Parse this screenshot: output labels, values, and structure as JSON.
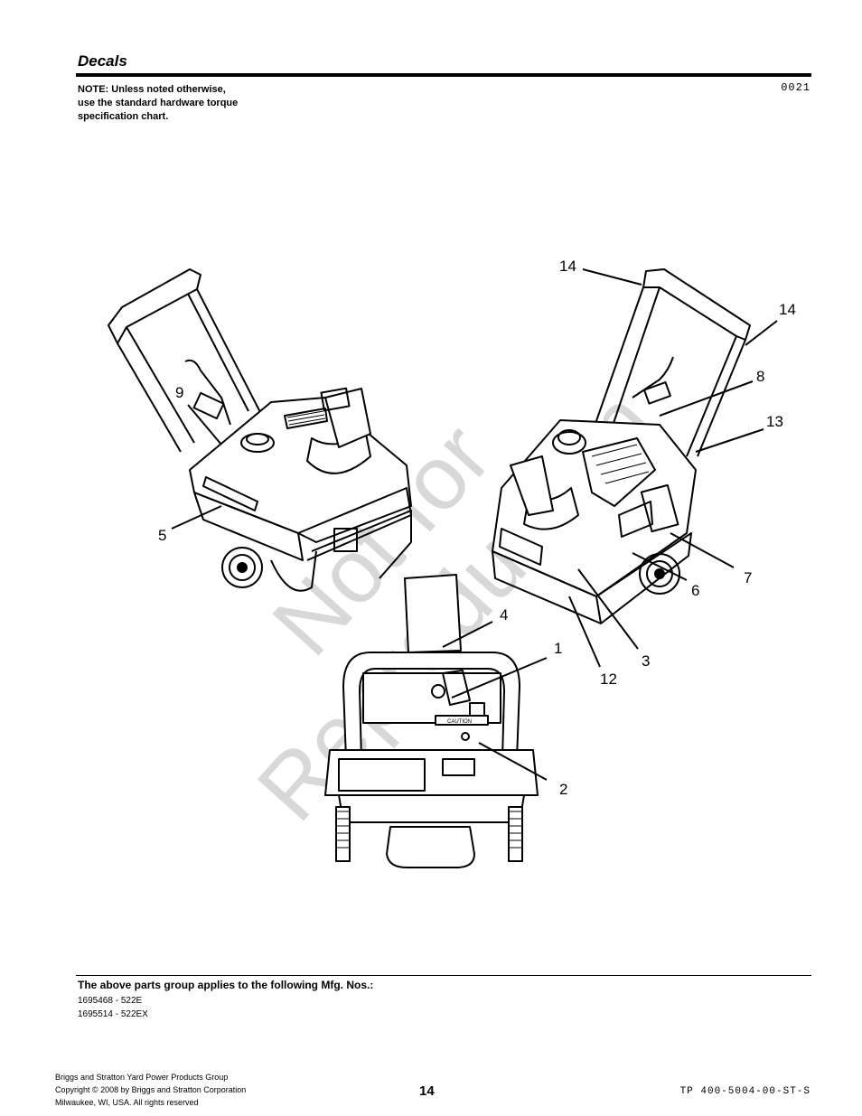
{
  "header": {
    "title": "Decals",
    "note_lines": [
      "NOTE: Unless noted otherwise,",
      "use the standard hardware torque",
      "specification chart."
    ],
    "code": "0021"
  },
  "diagram": {
    "callouts": [
      "14",
      "14",
      "8",
      "13",
      "9",
      "5",
      "7",
      "6",
      "4",
      "1",
      "3",
      "12",
      "2"
    ],
    "watermark_lines": [
      "Not for",
      "Reproduction"
    ],
    "decal_text": [
      "CAUTION"
    ]
  },
  "footer": {
    "applies_title": "The above parts group applies to the following Mfg. Nos.:",
    "mfg_numbers": [
      "1695468 - 522E",
      "1695514 - 522EX"
    ],
    "company_lines": [
      "Briggs and Stratton Yard Power Products Group",
      "Copyright ©  2008 by Briggs and Stratton Corporation",
      "Milwaukee, WI, USA. All rights reserved"
    ],
    "page_number": "14",
    "doc_code": "TP 400-5004-00-ST-S"
  }
}
